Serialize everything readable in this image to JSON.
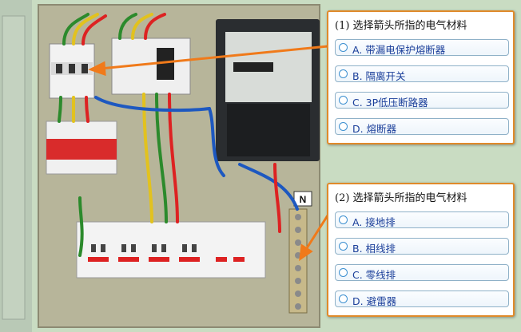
{
  "photo": {
    "n_label": "N"
  },
  "q1": {
    "title": "(1) 选择箭头所指的电气材料",
    "options": [
      "A. 带漏电保护熔断器",
      "B. 隔离开关",
      "C. 3P低压断路器",
      "D. 熔断器"
    ]
  },
  "q2": {
    "title": "(2) 选择箭头所指的电气材料",
    "options": [
      "A. 接地排",
      "B. 相线排",
      "C. 零线排",
      "D. 避雷器"
    ]
  },
  "colors": {
    "panel_border": "#e08a2a",
    "arrow": "#f07a1a",
    "option_text": "#1b3f9a"
  }
}
